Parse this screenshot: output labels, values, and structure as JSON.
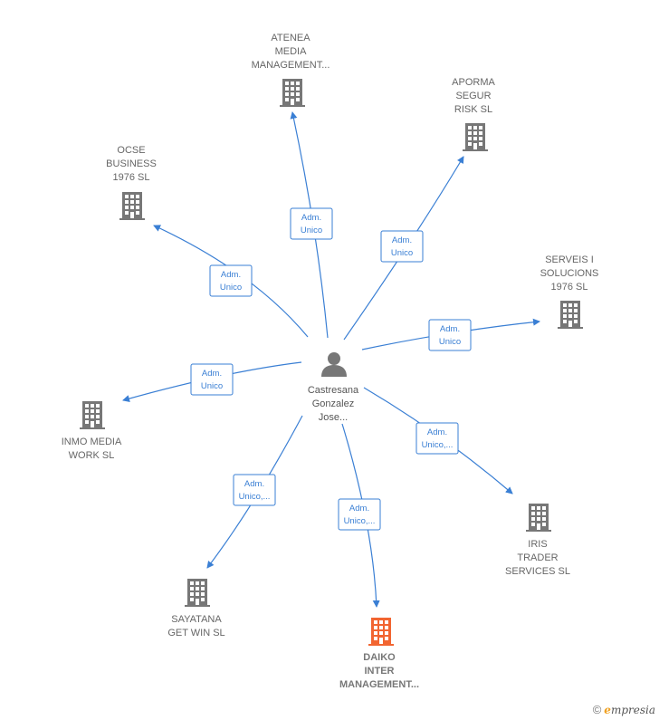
{
  "center": {
    "name": [
      "Castresana",
      "Gonzalez",
      "Jose..."
    ],
    "icon": "person-icon",
    "color": "#777777"
  },
  "colors": {
    "edge": "#3a7fd4",
    "node": "#777777",
    "highlight": "#f26531"
  },
  "companies": [
    {
      "id": "atenea",
      "lines": [
        "ATENEA",
        "MEDIA",
        "MANAGEMENT..."
      ],
      "role": [
        "Adm.",
        "Unico"
      ],
      "highlight": false
    },
    {
      "id": "aporma",
      "lines": [
        "APORMA",
        "SEGUR",
        "RISK SL"
      ],
      "role": [
        "Adm.",
        "Unico"
      ],
      "highlight": false
    },
    {
      "id": "ocse",
      "lines": [
        "OCSE",
        "BUSINESS",
        "1976  SL"
      ],
      "role": [
        "Adm.",
        "Unico"
      ],
      "highlight": false
    },
    {
      "id": "serveis",
      "lines": [
        "SERVEIS I",
        "SOLUCIONS",
        "1976  SL"
      ],
      "role": [
        "Adm.",
        "Unico"
      ],
      "highlight": false
    },
    {
      "id": "inmo",
      "lines": [
        "INMO MEDIA",
        "WORK  SL"
      ],
      "role": [
        "Adm.",
        "Unico"
      ],
      "highlight": false
    },
    {
      "id": "iris",
      "lines": [
        "IRIS",
        "TRADER",
        "SERVICES  SL"
      ],
      "role": [
        "Adm.",
        "Unico,..."
      ],
      "highlight": false
    },
    {
      "id": "sayatana",
      "lines": [
        "SAYATANA",
        "GET WIN  SL"
      ],
      "role": [
        "Adm.",
        "Unico,..."
      ],
      "highlight": false
    },
    {
      "id": "daiko",
      "lines": [
        "DAIKO",
        "INTER",
        "MANAGEMENT..."
      ],
      "role": [
        "Adm.",
        "Unico,..."
      ],
      "highlight": true
    }
  ],
  "footer": {
    "copyright": "©",
    "brand_first": "e",
    "brand_rest": "mpresia"
  }
}
